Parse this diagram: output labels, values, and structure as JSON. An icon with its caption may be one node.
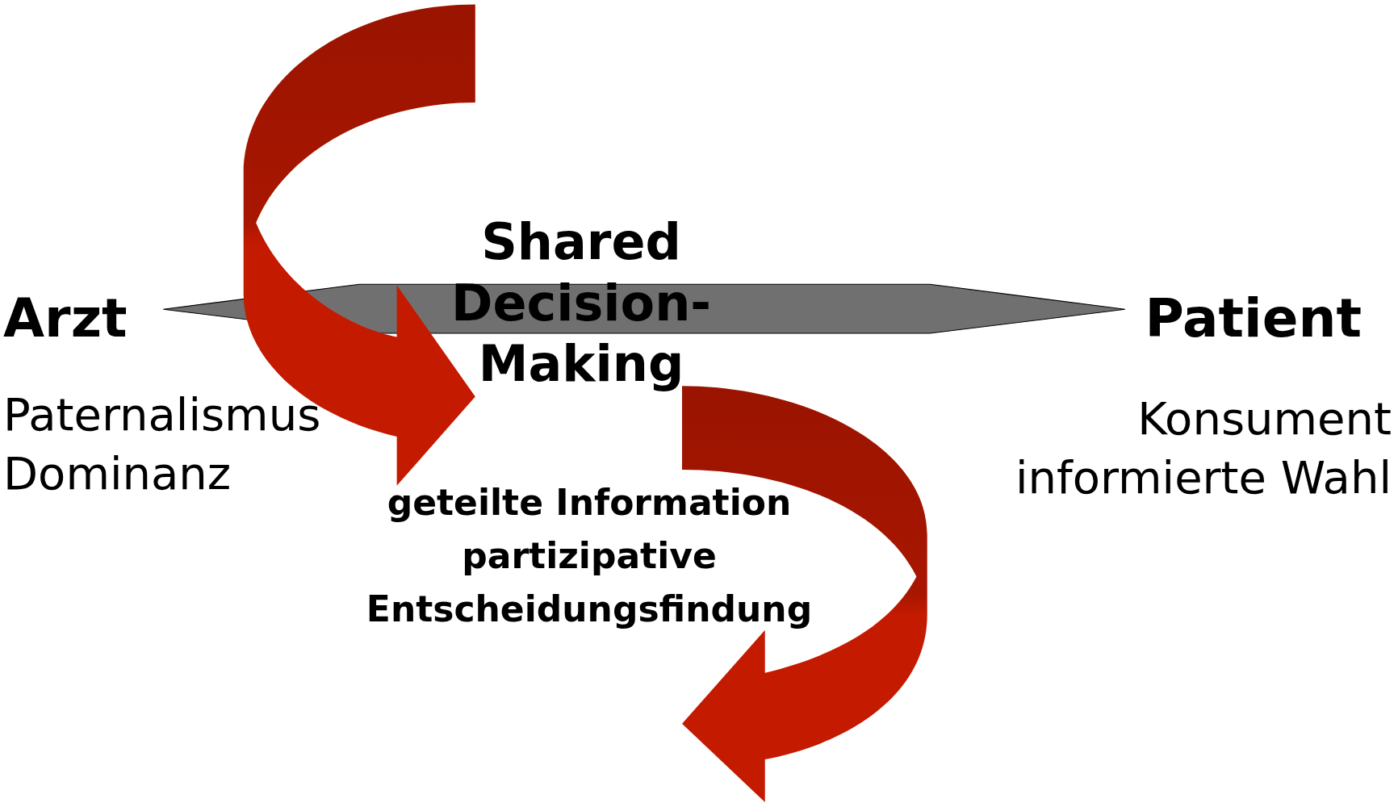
{
  "diagram": {
    "labels": [
      "Arzt",
      "Paternalismus Dominanz",
      "Shared Decision-Making",
      "Patient",
      "Konsument informierte Wahl",
      "geteilte Information partizipative Entscheidungsfindung"
    ]
  }
}
